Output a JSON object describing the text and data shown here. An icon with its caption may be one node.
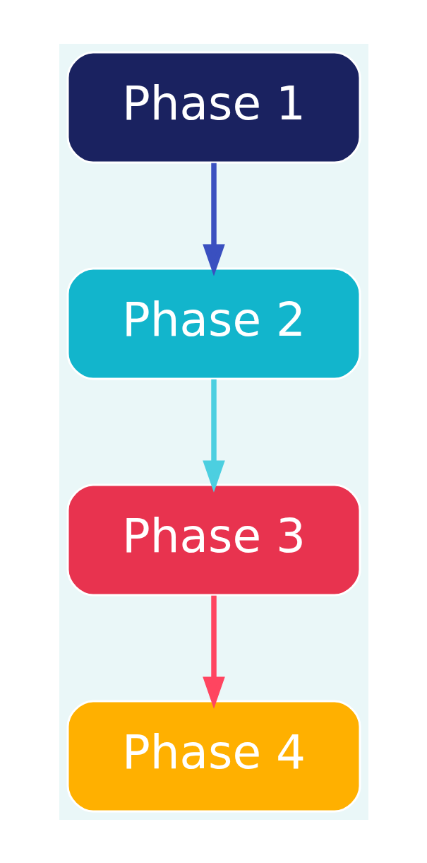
{
  "diagram": {
    "nodes": [
      {
        "text": [
          "Phase 1"
        ]
      },
      {
        "text": [
          "Phase 2"
        ]
      },
      {
        "text": [
          "Phase 3"
        ]
      },
      {
        "text": [
          "Phase 4"
        ]
      }
    ],
    "edges": [
      {
        "from": 0,
        "to": 1,
        "arrow": "to",
        "color": "#3a50c0"
      },
      {
        "from": 1,
        "to": 2,
        "arrow": "to",
        "color": "#4ccfe0"
      },
      {
        "from": 2,
        "to": 3,
        "arrow": "to",
        "color": "#ff4560"
      }
    ]
  }
}
